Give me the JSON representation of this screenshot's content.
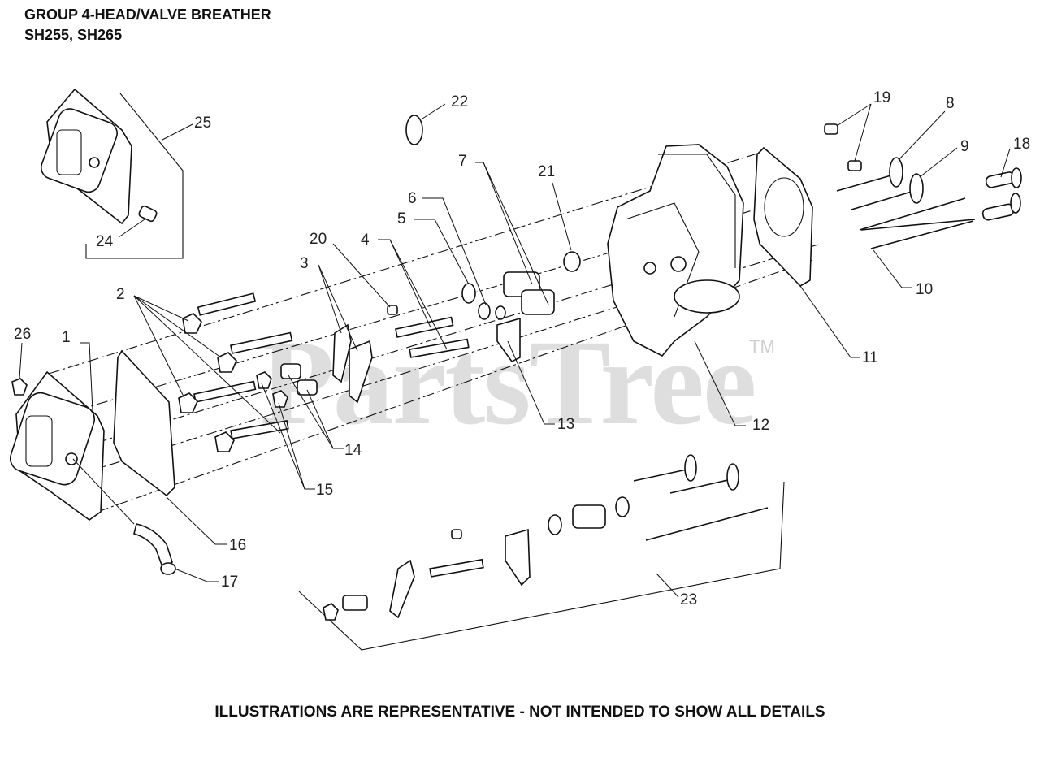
{
  "header": {
    "title_line1": "GROUP 4-HEAD/VALVE BREATHER",
    "title_line2": "SH255, SH265"
  },
  "footer": {
    "note": "ILLUSTRATIONS ARE REPRESENTATIVE - NOT INTENDED TO SHOW ALL DETAILS"
  },
  "watermark": {
    "text": "PartsTree",
    "mark": "TM"
  },
  "callouts": {
    "c1": "1",
    "c2": "2",
    "c3": "3",
    "c4": "4",
    "c5": "5",
    "c6": "6",
    "c7": "7",
    "c8": "8",
    "c9": "9",
    "c10": "10",
    "c11": "11",
    "c12": "12",
    "c13": "13",
    "c14": "14",
    "c15": "15",
    "c16": "16",
    "c17": "17",
    "c18": "18",
    "c19": "19",
    "c20": "20",
    "c21": "21",
    "c22": "22",
    "c23": "23",
    "c24": "24",
    "c25": "25",
    "c26": "26"
  }
}
